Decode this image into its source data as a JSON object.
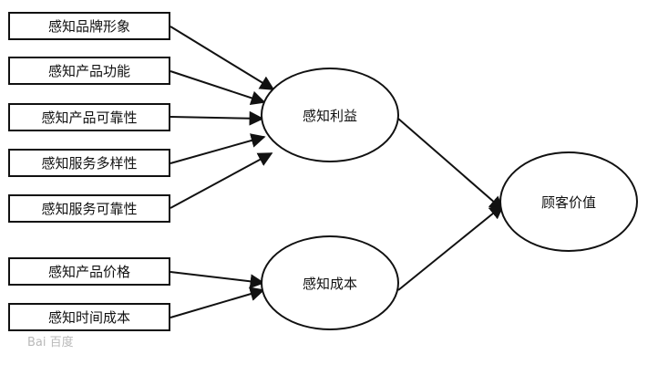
{
  "factors": [
    "感知品牌形象",
    "感知产品功能",
    "感知产品可靠性",
    "感知服务多样性",
    "感知服务可靠性",
    "感知产品价格",
    "感知时间成本"
  ],
  "mediators": [
    "感知利益",
    "感知成本"
  ],
  "outcome": "顾客价值",
  "edges": [
    {
      "from": "感知品牌形象",
      "to": "感知利益"
    },
    {
      "from": "感知产品功能",
      "to": "感知利益"
    },
    {
      "from": "感知产品可靠性",
      "to": "感知利益"
    },
    {
      "from": "感知服务多样性",
      "to": "感知利益"
    },
    {
      "from": "感知服务可靠性",
      "to": "感知利益"
    },
    {
      "from": "感知产品价格",
      "to": "感知成本"
    },
    {
      "from": "感知时间成本",
      "to": "感知成本"
    },
    {
      "from": "感知利益",
      "to": "顾客价值"
    },
    {
      "from": "感知成本",
      "to": "顾客价值"
    }
  ],
  "watermark": "Bai 百度"
}
